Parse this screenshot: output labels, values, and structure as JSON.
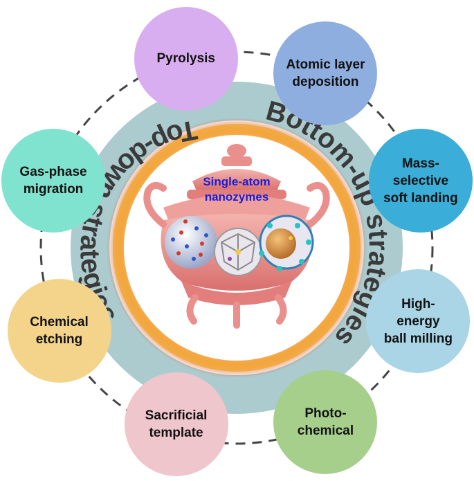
{
  "center": {
    "label": "Single-atom\nnanozymes"
  },
  "arcs": {
    "bottom_up": "Bottom-up strategies",
    "top_down": "Top-down strategies"
  },
  "methods": [
    {
      "label": "Pyrolysis",
      "color": "#d9aef0"
    },
    {
      "label": "Atomic layer\ndeposition",
      "color": "#8eaee0"
    },
    {
      "label": "Mass-\nselective\nsoft landing",
      "color": "#3aaed8"
    },
    {
      "label": "High-\nenergy\nball milling",
      "color": "#a9d5e6"
    },
    {
      "label": "Photo-\nchemical",
      "color": "#a7cf8c"
    },
    {
      "label": "Sacrificial\ntemplate",
      "color": "#efc6cb"
    },
    {
      "label": "Chemical\netching",
      "color": "#f3d48a"
    },
    {
      "label": "Gas-phase\nmigration",
      "color": "#7fe3cf"
    }
  ],
  "colors": {
    "ring": "#8fb9bf",
    "fire": "#f2a83a",
    "vessel": "#e98f8c",
    "center_text": "#1a1ad6"
  }
}
